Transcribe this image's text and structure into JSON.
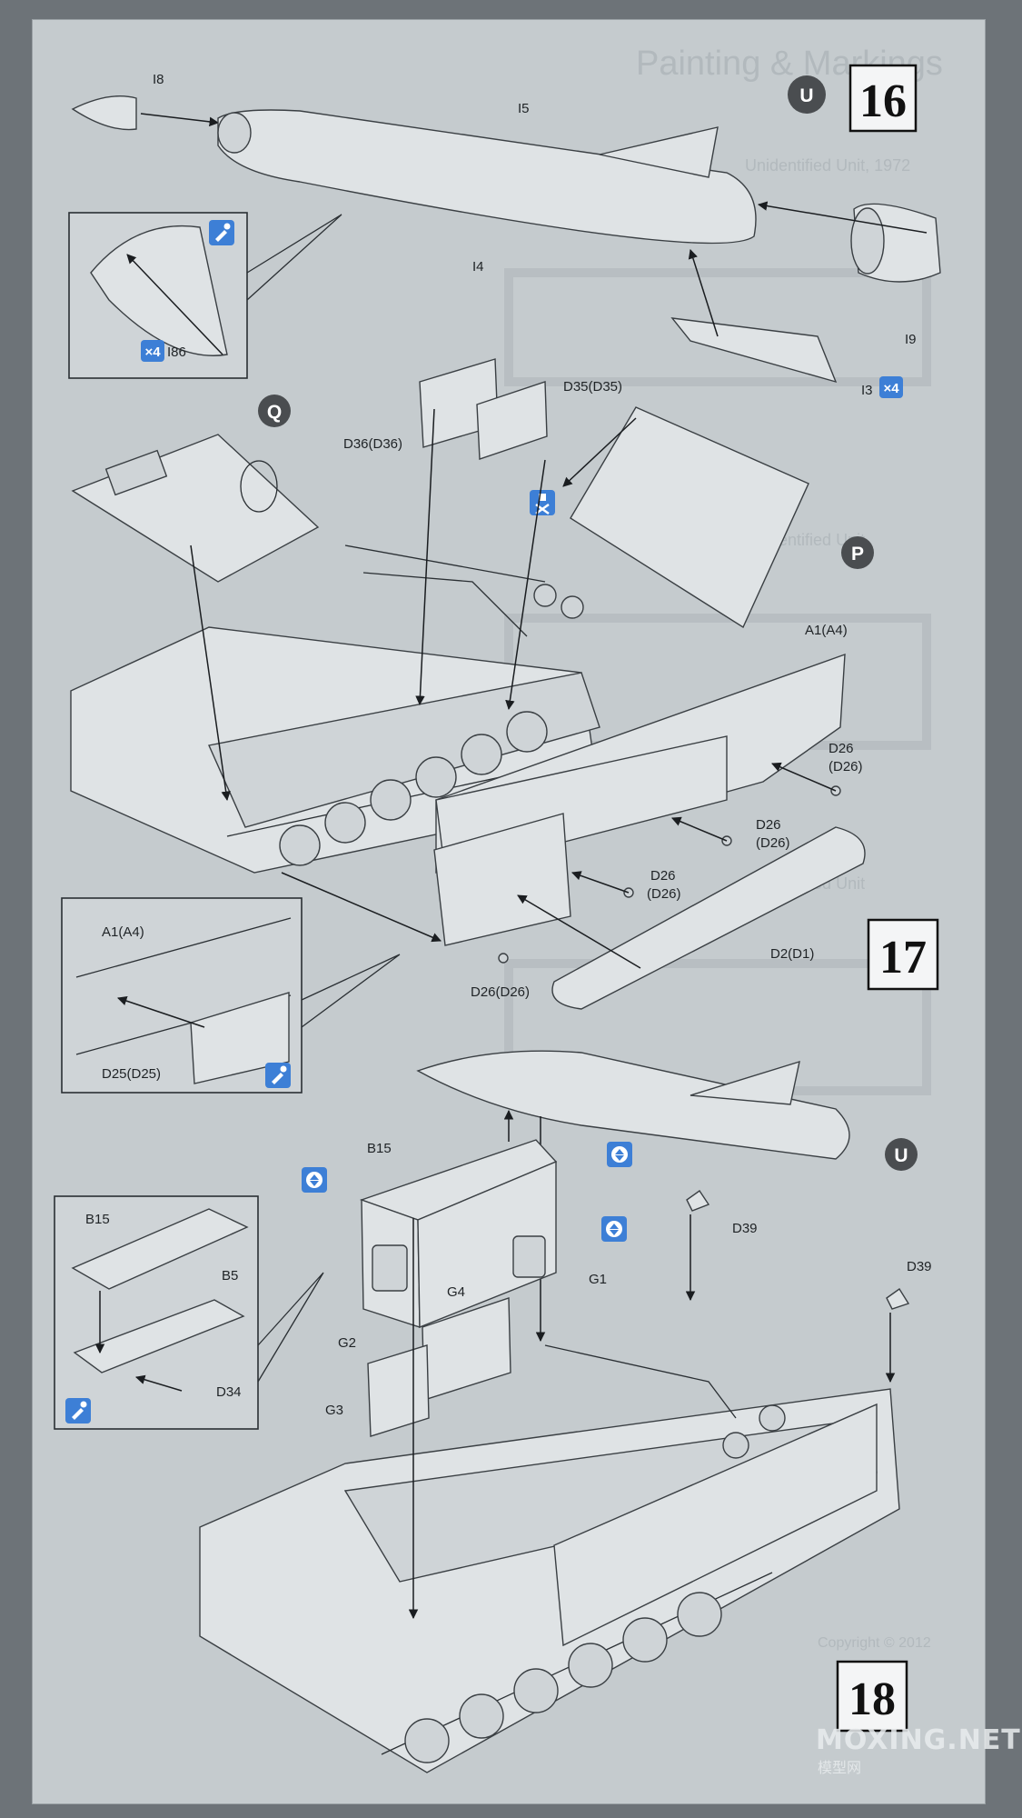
{
  "steps": {
    "s16": "16",
    "s17": "17",
    "s18": "18"
  },
  "badges": {
    "u1": "U",
    "q": "Q",
    "p": "P",
    "u2": "U"
  },
  "qty": {
    "q1": "×4",
    "q2": "×4"
  },
  "background_text": {
    "title": "Painting & Markings",
    "sub1": "Unidentified Unit, 1972",
    "sub2": "Unidentified Unit",
    "sub3": "Unidentified Unit",
    "copyright": "Copyright © 2012"
  },
  "labels": {
    "i8": "I8",
    "i5": "I5",
    "i4": "I4",
    "i9": "I9",
    "i3": "I3",
    "i86": "I86",
    "d35": "D35(D35)",
    "d36": "D36(D36)",
    "a1_main": "A1(A4)",
    "a1_inset": "A1(A4)",
    "d26_a": "D26",
    "d26_a2": "(D26)",
    "d26_b": "D26",
    "d26_b2": "(D26)",
    "d26_c": "D26",
    "d26_c2": "(D26)",
    "d26_d": "D26(D26)",
    "d2": "D2(D1)",
    "d25": "D25(D25)",
    "b15_main": "B15",
    "b15_inset": "B15",
    "b5": "B5",
    "d34": "D34",
    "g1": "G1",
    "g2": "G2",
    "g3": "G3",
    "g4": "G4",
    "d39_a": "D39",
    "d39_b": "D39"
  },
  "watermark": {
    "main": "MOXING.NET",
    "sub": "模型网"
  },
  "colors": {
    "paper": "#c5cbce",
    "ink": "#1f2326",
    "badge": "#4a4d50",
    "icon_blue": "#3d7fd6"
  },
  "icons": [
    "glue-icon",
    "remove-icon",
    "flip-icon",
    "note-icon"
  ]
}
